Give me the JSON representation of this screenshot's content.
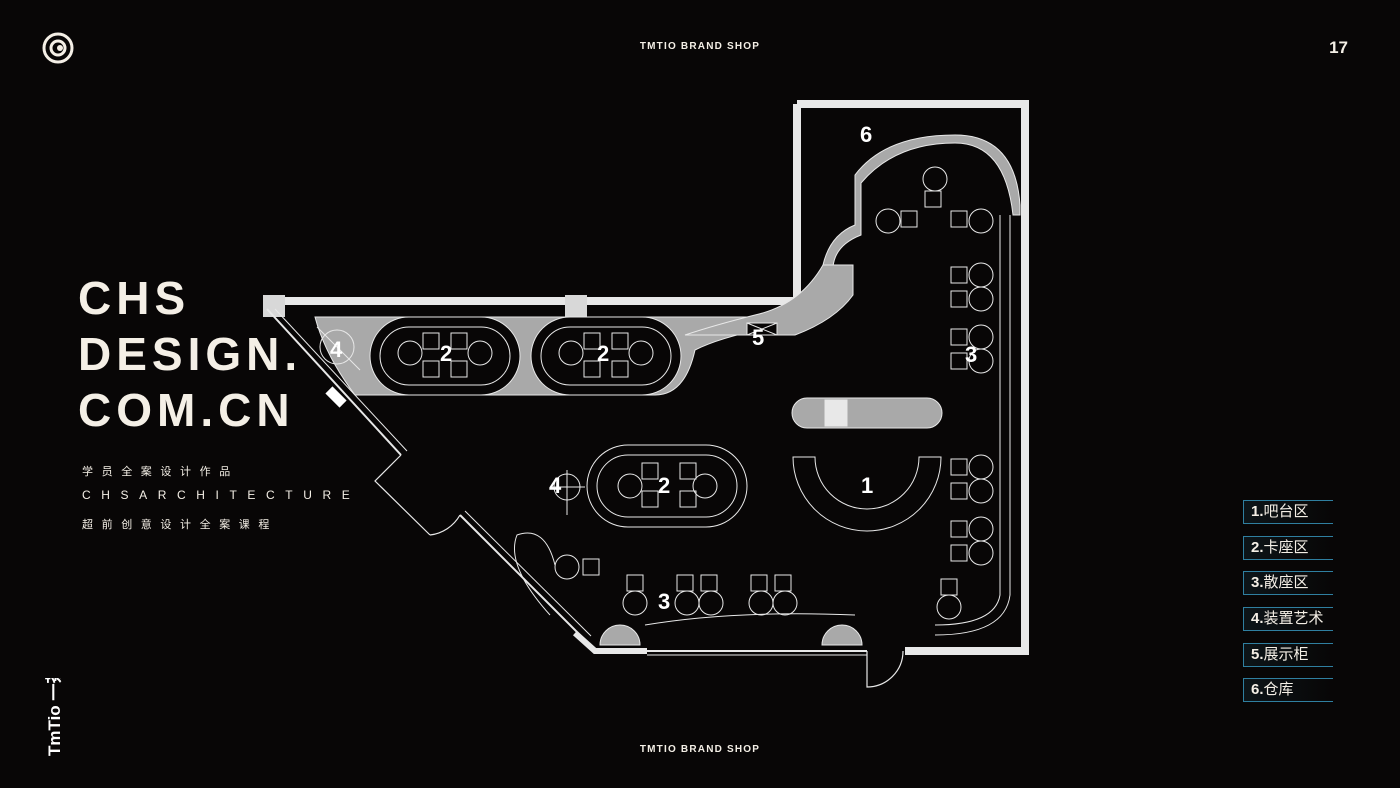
{
  "header": {
    "title": "TMTIO BRAND SHOP",
    "page_number": "17"
  },
  "footer": {
    "title": "TMTIO BRAND SHOP"
  },
  "brand": {
    "headline": [
      "CHS",
      "DESIGN.",
      "COM.CN"
    ],
    "line1": "学员全案设计作品",
    "line2": "CHSARCHITECTURE",
    "line3": "超前创意设计全案课程",
    "vertical_logo": "TmTio 一茶"
  },
  "plan_labels": [
    "6",
    "5",
    "4",
    "2",
    "2",
    "3",
    "4",
    "2",
    "1",
    "3"
  ],
  "legend": [
    {
      "num": "1.",
      "label": "吧台区"
    },
    {
      "num": "2.",
      "label": "卡座区"
    },
    {
      "num": "3.",
      "label": "散座区"
    },
    {
      "num": "4.",
      "label": "装置艺术"
    },
    {
      "num": "5.",
      "label": "展示柜"
    },
    {
      "num": "6.",
      "label": "仓库"
    }
  ],
  "colors": {
    "background": "#080606",
    "wall": "#e8e8e8",
    "fill_grey": "#a9a9a9",
    "legend_border": "#2f7fa0"
  }
}
